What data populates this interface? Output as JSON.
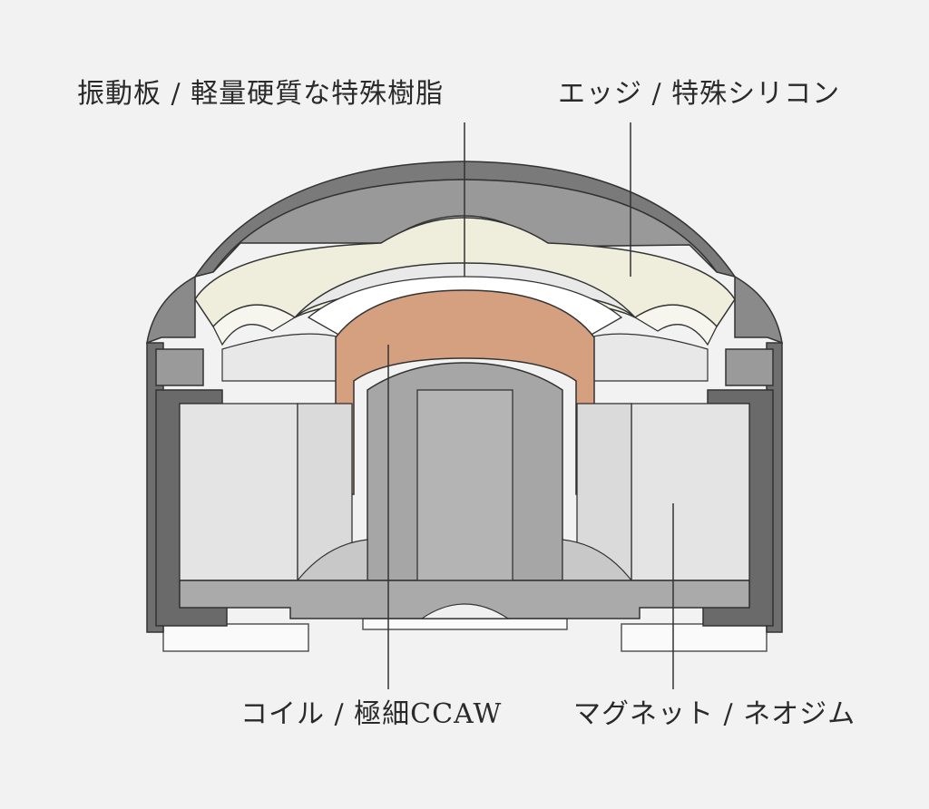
{
  "labels": {
    "diaphragm": "振動板 / 軽量硬質な特殊樹脂",
    "edge": "エッジ / 特殊シリコン",
    "coil": "コイル / 極細CCAW",
    "magnet": "マグネット / ネオジム"
  },
  "colors": {
    "background": "#f2f2f2",
    "housing_dark": "#6f6f6f",
    "housing_mid": "#8a8a8a",
    "edge_cream": "#efeedd",
    "coil_copper": "#d4a07f",
    "pole_gray": "#a6a6a6",
    "magnet_light": "#e4e4e4",
    "leader_line": "#333333"
  }
}
